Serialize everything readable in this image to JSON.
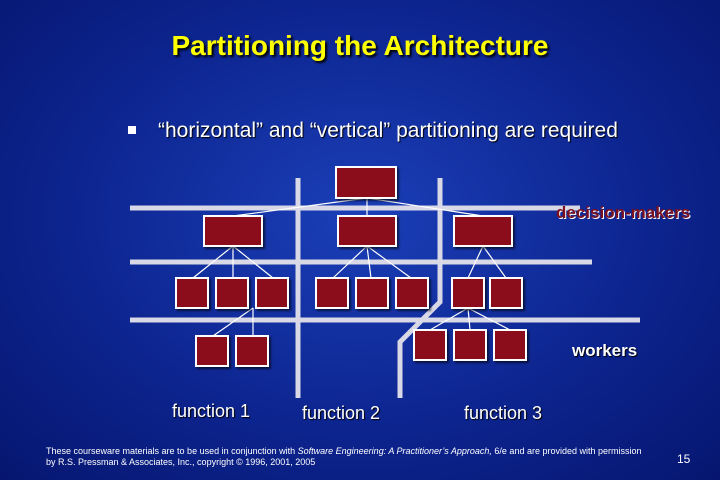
{
  "title": "Partitioning the Architecture",
  "bullet": "“horizontal” and “vertical” partitioning are required",
  "labels": {
    "decision_makers": "decision-makers",
    "workers": "workers",
    "function1": "function 1",
    "function2": "function 2",
    "function3": "function 3"
  },
  "footer": {
    "part1": "These courseware materials are to be used in conjunction with ",
    "book": "Software Engineering: A Practitioner’s Approach,",
    "part2": " 6/e and are provided with permission by R.S. Pressman & Associates, Inc., copyright © 1996, 2001, 2005"
  },
  "page_number": "15",
  "colors": {
    "background": "#0d2590",
    "title": "#ffff00",
    "module_fill": "#8b0a1e",
    "module_border": "#ffffff",
    "line": "#e8e8f0"
  }
}
